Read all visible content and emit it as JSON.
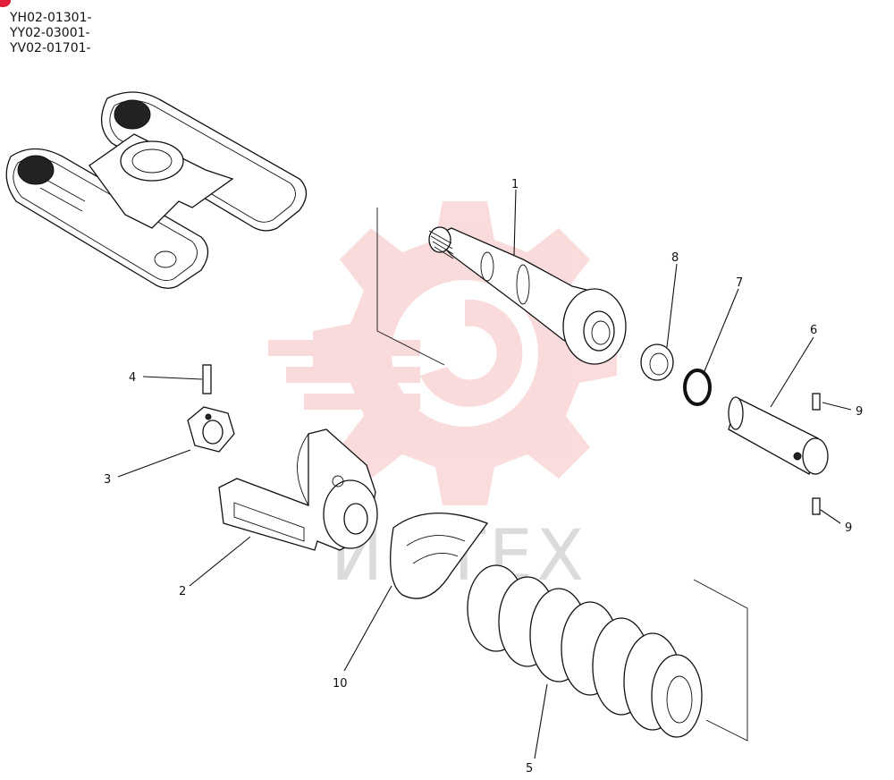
{
  "serial_numbers": [
    "YH02-01301-",
    "YY02-03001-",
    "YV02-01701-"
  ],
  "callouts": {
    "c1": "1",
    "c2": "2",
    "c3": "3",
    "c4": "4",
    "c5": "5",
    "c6": "6",
    "c7": "7",
    "c8": "8",
    "c9a": "9",
    "c9b": "9",
    "c10": "10"
  },
  "watermark": {
    "text": "ИНТЕХ",
    "color": "#f08080"
  }
}
